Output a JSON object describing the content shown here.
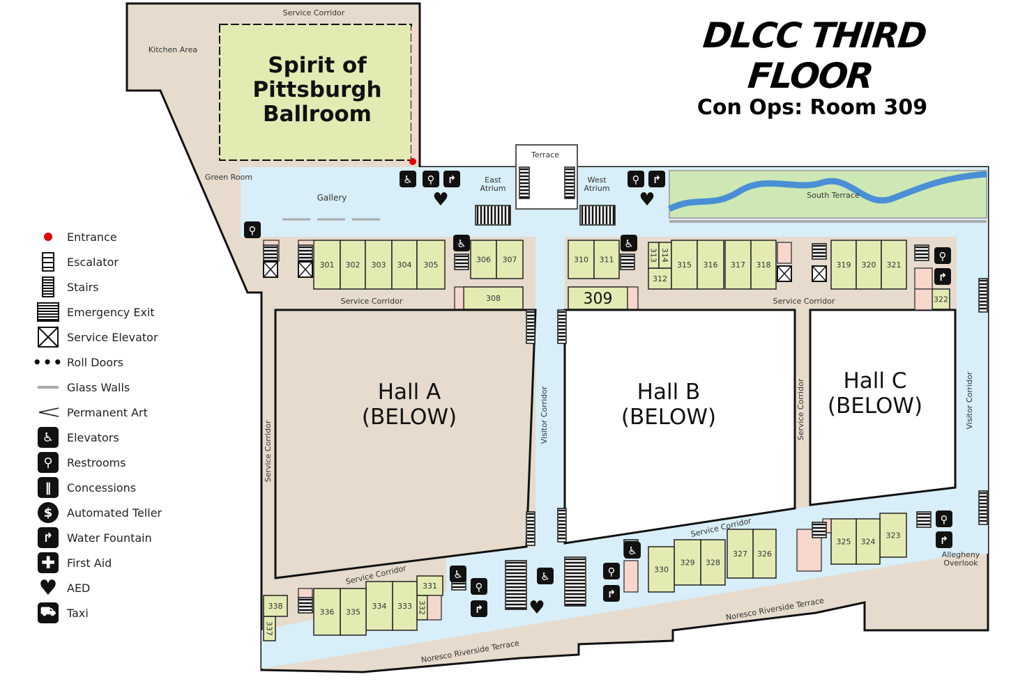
{
  "title": {
    "main": "DLCC THIRD FLOOR",
    "sub": "Con Ops: Room 309"
  },
  "colors": {
    "room": "#e3ebb3",
    "corridor": "#e6dbcc",
    "public": "#d8eef8",
    "service": "#f7d7cc",
    "terrace": "#cde8b4",
    "river": "#4a8fd6",
    "entrance": "#e00000"
  },
  "ballroom": {
    "label_lines": [
      "Spirit of",
      "Pittsburgh",
      "Ballroom"
    ]
  },
  "halls": [
    {
      "lines": [
        "Hall A",
        "(BELOW)"
      ]
    },
    {
      "lines": [
        "Hall B",
        "(BELOW)"
      ]
    },
    {
      "lines": [
        "Hall C",
        "(BELOW)"
      ]
    }
  ],
  "areas": {
    "service_corridor_top": "Service Corridor",
    "kitchen": "Kitchen Area",
    "green_room": "Green Room",
    "gallery": "Gallery",
    "terrace": "Terrace",
    "east_atrium": [
      "East",
      "Atrium"
    ],
    "west_atrium": [
      "West",
      "Atrium"
    ],
    "south_terrace": "South Terrace",
    "service_corridor_a": "Service Corridor",
    "service_corridor_b": "Service Corridor",
    "service_corridor_left": "Service Corridor",
    "visitor_corridor_1": "Visitor Corridor",
    "service_corridor_mid": "Service Corridor",
    "visitor_corridor_2": "Visitor Corridor",
    "service_corridor_low_right": "Service Corridor",
    "service_corridor_low_left": "Service Corridor",
    "allegheny": [
      "Allegheny",
      "Overlook"
    ],
    "riverside_1": "Noresco Riverside Terrace",
    "riverside_2": "Noresco Riverside Terrace"
  },
  "rooms": [
    "301",
    "302",
    "303",
    "304",
    "305",
    "306",
    "307",
    "308",
    "309",
    "310",
    "311",
    "312",
    "313",
    "314",
    "315",
    "316",
    "317",
    "318",
    "319",
    "320",
    "321",
    "322",
    "323",
    "324",
    "325",
    "326",
    "327",
    "328",
    "329",
    "330",
    "331",
    "332",
    "333",
    "334",
    "335",
    "336",
    "337",
    "338"
  ],
  "legend": [
    {
      "icon": "entrance-dot",
      "label": "Entrance"
    },
    {
      "icon": "escalator-icon",
      "label": "Escalator"
    },
    {
      "icon": "stairs-icon",
      "label": "Stairs"
    },
    {
      "icon": "emergency-exit-icon",
      "label": "Emergency Exit"
    },
    {
      "icon": "service-elevator-icon",
      "label": "Service Elevator"
    },
    {
      "icon": "roll-doors-icon",
      "label": "Roll Doors"
    },
    {
      "icon": "glass-walls-icon",
      "label": "Glass Walls"
    },
    {
      "icon": "permanent-art-icon",
      "label": "Permanent Art"
    },
    {
      "icon": "elevator-icon",
      "label": "Elevators"
    },
    {
      "icon": "restroom-icon",
      "label": "Restrooms"
    },
    {
      "icon": "concessions-icon",
      "label": "Concessions"
    },
    {
      "icon": "atm-icon",
      "label": "Automated Teller"
    },
    {
      "icon": "water-fountain-icon",
      "label": "Water Fountain"
    },
    {
      "icon": "first-aid-icon",
      "label": "First Aid"
    },
    {
      "icon": "aed-icon",
      "label": "AED"
    },
    {
      "icon": "taxi-icon",
      "label": "Taxi"
    }
  ]
}
